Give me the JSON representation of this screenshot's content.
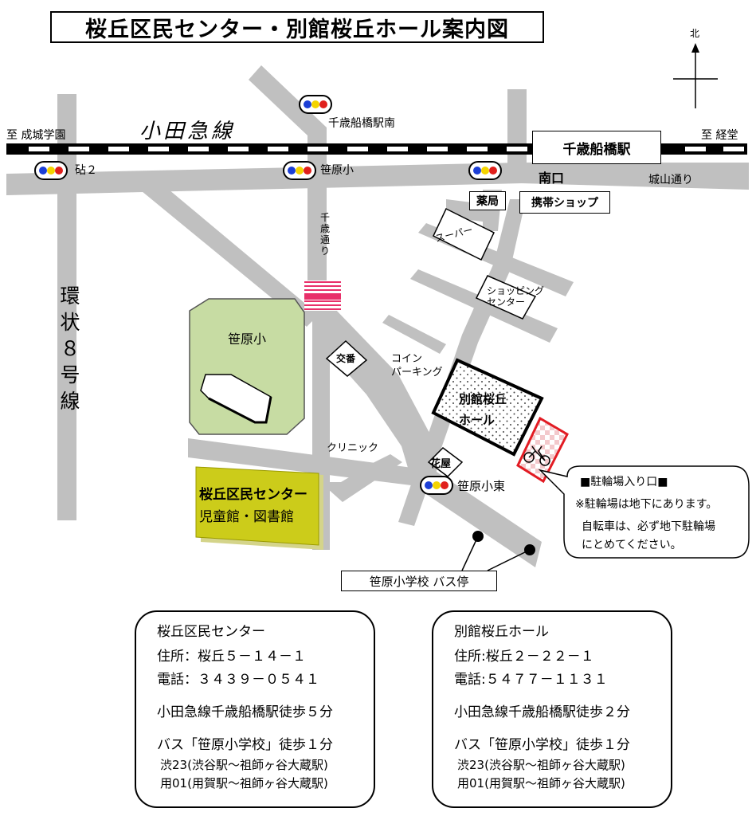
{
  "title": "桜丘区民センター・別館桜丘ホール案内図",
  "compass": {
    "north": "北"
  },
  "rail": {
    "name": "小田急線",
    "to_west": "至 成城学園",
    "to_east": "至 経堂",
    "station": "千歳船橋駅",
    "south_exit": "南口"
  },
  "roads": {
    "jonan": "城山通り",
    "chitose": "千歳通り",
    "kanjo8": "環状８号線"
  },
  "signals": {
    "kinuta2": "砧２",
    "sasahara_sho": "笹原小",
    "funabashi_minami": "千歳船橋駅南",
    "sasahara_sho_higashi": "笹原小東"
  },
  "places": {
    "pharmacy": "薬局",
    "mobile_shop": "携帯ショップ",
    "supermarket": "スーパー",
    "shopping_center": "ショッピング\nセンター",
    "koban": "交番",
    "coin_parking": "コイン\nパーキング",
    "school": "笹原小",
    "clinic": "クリニック",
    "florist": "花屋",
    "bekkan": "別館桜丘\nホール",
    "center_line1": "桜丘区民センター",
    "center_line2": "児童館・図書館",
    "bus_stop": "笹原小学校 バス停"
  },
  "callout": {
    "line1": "■駐輪場入り口■",
    "line2": "※駐輪場は地下にあります。",
    "line3": "自転車は、必ず地下駐輪場",
    "line4": "にとめてください。"
  },
  "info_center": {
    "name": "桜丘区民センター",
    "address": "住所：桜丘５－１４－１",
    "phone": "電話：３４３９－０５４１",
    "walk": "小田急線千歳船橋駅徒歩５分",
    "bus": "バス「笹原小学校」徒歩１分",
    "route1": "渋23(渋谷駅～祖師ヶ谷大蔵駅)",
    "route2": "用01(用賀駅～祖師ヶ谷大蔵駅)"
  },
  "info_hall": {
    "name": "別館桜丘ホール",
    "address": "住所:桜丘２－２２－１",
    "phone": "電話:５４７７－１１３１",
    "walk": "小田急線千歳船橋駅徒歩２分",
    "bus": "バス「笹原小学校」徒歩１分",
    "route1": "渋23(渋谷駅～祖師ヶ谷大蔵駅)",
    "route2": "用01(用賀駅～祖師ヶ谷大蔵駅)"
  },
  "colors": {
    "road": "#c0c0c0",
    "school_fill": "#c7dca3",
    "center_fill": "#cccc1a",
    "crossing": "#e8306a",
    "parking": "#e21b23",
    "signal_blue": "#1c3fd6",
    "signal_yellow": "#f4d400",
    "signal_red": "#e0201c"
  }
}
